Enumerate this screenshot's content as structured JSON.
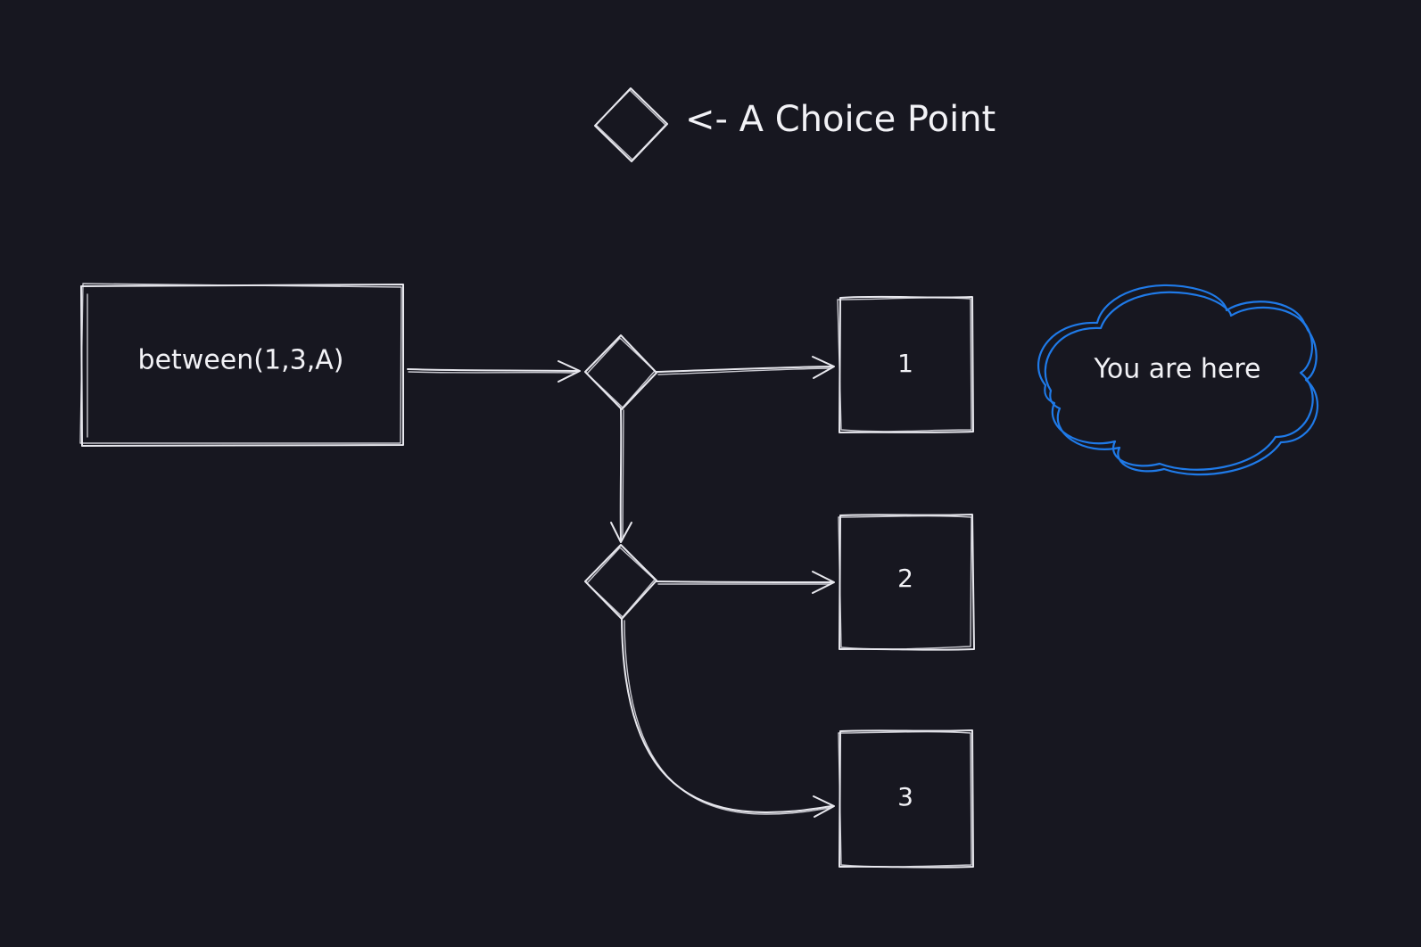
{
  "legend": {
    "text": "<- A Choice Point"
  },
  "nodes": {
    "start": {
      "label": "between(1,3,A)"
    },
    "box1": {
      "label": "1"
    },
    "box2": {
      "label": "2"
    },
    "box3": {
      "label": "3"
    },
    "you_are_here": {
      "label": "You are here"
    }
  },
  "colors": {
    "background": "#171720",
    "stroke": "#e8e8ee",
    "cloud": "#1f7ae8"
  }
}
